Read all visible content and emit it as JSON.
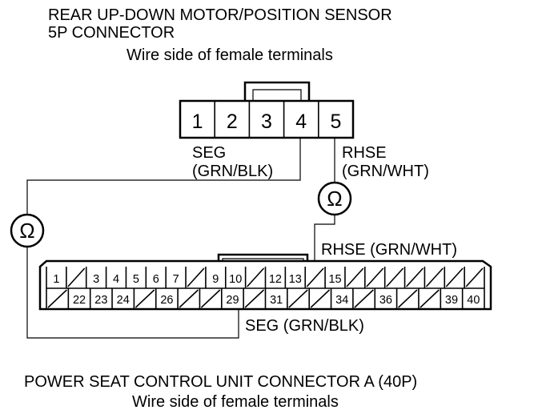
{
  "header": {
    "line1": "REAR UP-DOWN MOTOR/POSITION SENSOR",
    "line2": "5P CONNECTOR",
    "line3": "Wire side of female terminals"
  },
  "connector_5p": {
    "pins": [
      "1",
      "2",
      "3",
      "4",
      "5"
    ]
  },
  "labels": {
    "seg_top_1": "SEG",
    "seg_top_2": "(GRN/BLK)",
    "rhse_top_1": "RHSE",
    "rhse_top_2": "(GRN/WHT)",
    "rhse_bottom": "RHSE (GRN/WHT)",
    "seg_bottom": "SEG (GRN/BLK)"
  },
  "meters": {
    "symbol": "Ω"
  },
  "connector_40p": {
    "top_row": [
      "1",
      "",
      "3",
      "4",
      "5",
      "6",
      "7",
      "",
      "9",
      "10",
      "",
      "12",
      "13",
      "",
      "15",
      "",
      "",
      "",
      "",
      "",
      "",
      ""
    ],
    "bottom_row": [
      "",
      "22",
      "23",
      "24",
      "",
      "26",
      "",
      "",
      "29",
      "",
      "31",
      "",
      "",
      "34",
      "",
      "36",
      "",
      "",
      "39",
      "40"
    ]
  },
  "footer": {
    "line1": "POWER SEAT CONTROL UNIT CONNECTOR A (40P)",
    "line2": "Wire side of female terminals"
  }
}
